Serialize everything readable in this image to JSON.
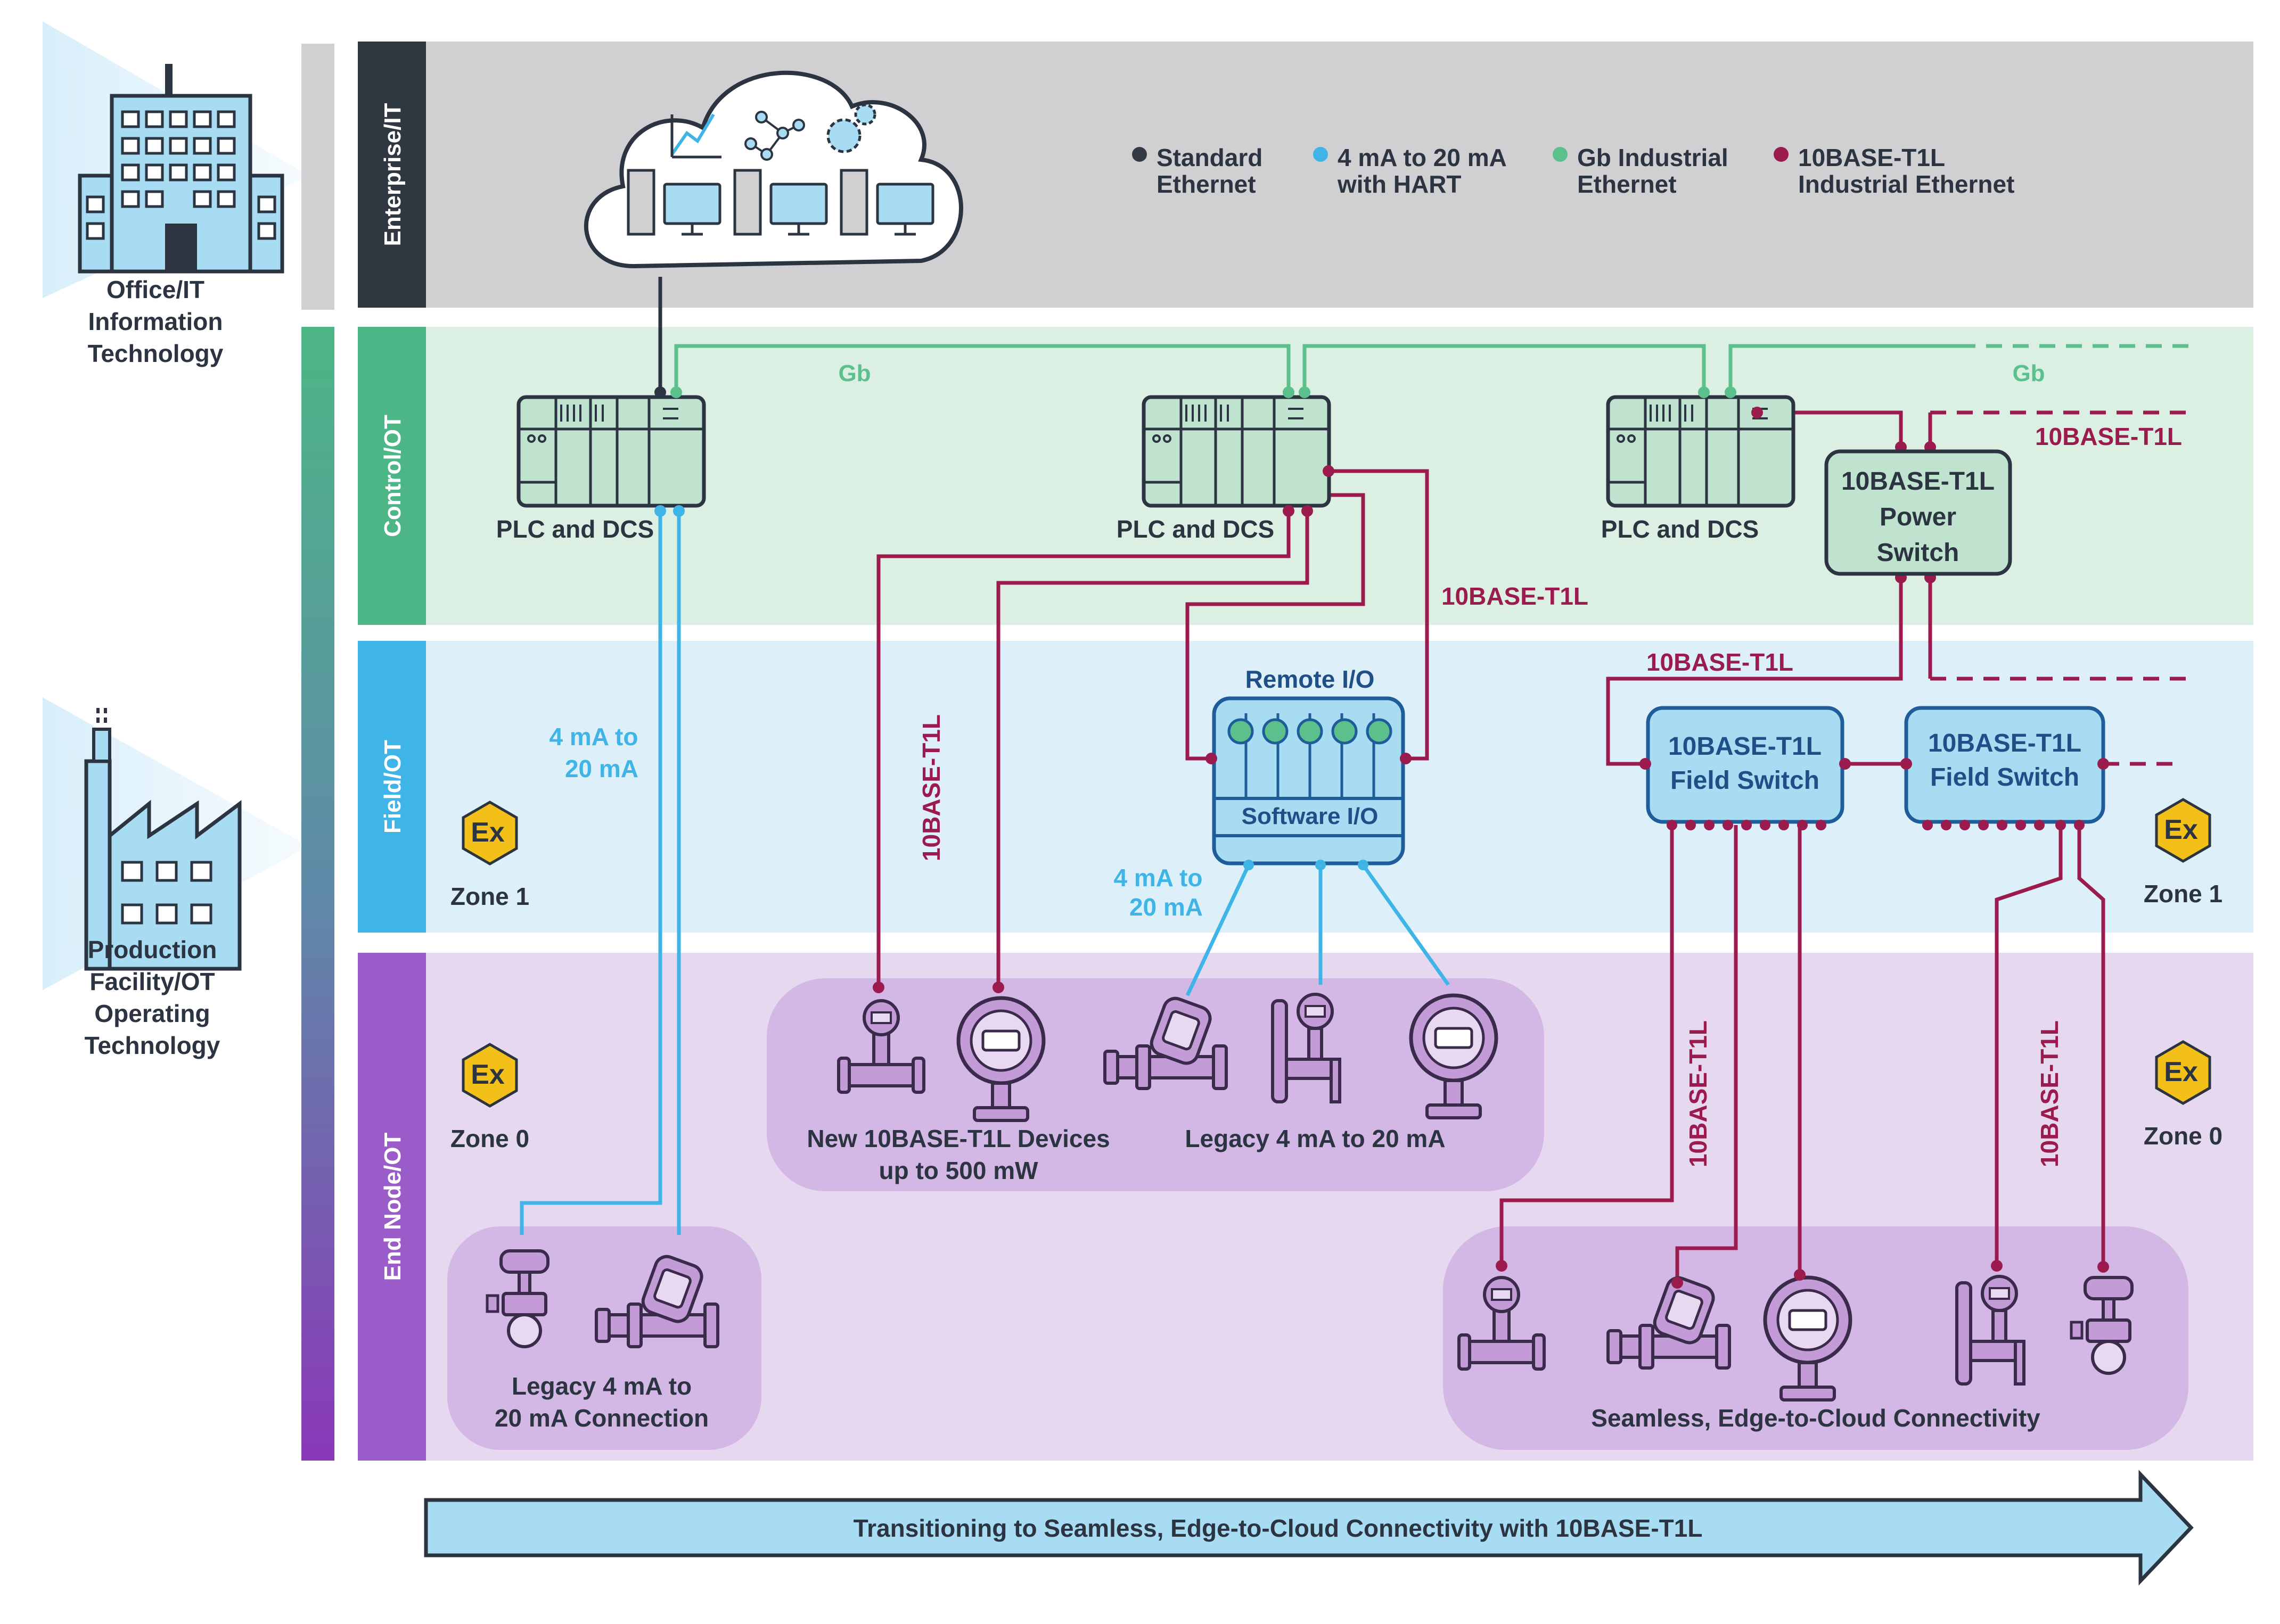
{
  "left": {
    "office_label": [
      "Office/IT",
      "Information",
      "Technology"
    ],
    "production_label": [
      "Production",
      "Facility/OT",
      "Operating",
      "Technology"
    ]
  },
  "bands": {
    "enterprise": "Enterprise/IT",
    "control": "Control/OT",
    "field": "Field/OT",
    "endnode": "End Node/OT"
  },
  "legend": [
    {
      "lines": [
        "Standard",
        "Ethernet"
      ],
      "color": "#333a44"
    },
    {
      "lines": [
        "4 mA to 20 mA",
        "with HART"
      ],
      "color": "#3fb4e6"
    },
    {
      "lines": [
        "Gb Industrial",
        "Ethernet"
      ],
      "color": "#5cc08c"
    },
    {
      "lines": [
        "10BASE-T1L",
        "Industrial Ethernet"
      ],
      "color": "#9c1b4e"
    }
  ],
  "plc_label": "PLC and DCS",
  "gb_label": "Gb",
  "t1l_label": "10BASE-T1L",
  "power_switch": [
    "10BASE-T1L",
    "Power",
    "Switch"
  ],
  "field_switch": [
    "10BASE-T1L",
    "Field Switch"
  ],
  "remote_io": {
    "top": "Remote I/O",
    "bottom": "Software I/O"
  },
  "ma_label": [
    "4 mA to",
    "20 mA"
  ],
  "zone1": "Zone 1",
  "zone0": "Zone 0",
  "ex_symbol": "Ex",
  "groups": {
    "legacy_left": [
      "Legacy 4 mA to",
      "20 mA Connection"
    ],
    "new_devices": [
      "New 10BASE-T1L Devices",
      "up to 500 mW"
    ],
    "legacy_mid": "Legacy 4 mA to 20 mA",
    "seamless": "Seamless, Edge-to-Cloud Connectivity"
  },
  "arrow_text": "Transitioning to Seamless, Edge-to-Cloud Connectivity with 10BASE-T1L",
  "colors": {
    "enterprise_bg": "#d0d0d2",
    "control_bg": "#dcefe3",
    "field_bg": "#ddeff9",
    "endnode_bg": "#e6d9ef",
    "t1l": "#9c1b4e",
    "gb": "#5cc08c",
    "ma": "#3fb4e6",
    "dark": "#2b3440"
  }
}
